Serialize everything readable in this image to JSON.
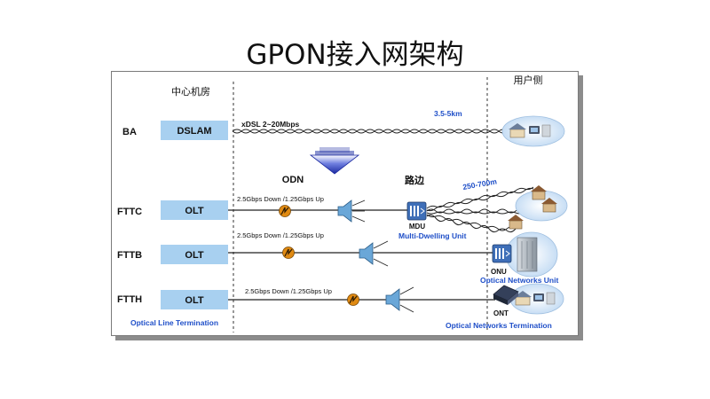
{
  "title": "GPON接入网架构",
  "headers": {
    "central_office": "中心机房",
    "odn": "ODN",
    "roadside": "路边",
    "user_side": "用户侧"
  },
  "rows": {
    "ba": {
      "label": "BA",
      "device": "DSLAM",
      "link": "xDSL 2~20Mbps",
      "distance": "3.5-5km"
    },
    "fttc": {
      "label": "FTTC",
      "device": "OLT",
      "link": "2.5Gbps Down /1.25Gbps Up",
      "distance": "250-700m"
    },
    "fttb": {
      "label": "FTTB",
      "device": "OLT",
      "link": "2.5Gbps Down /1.25Gbps Up"
    },
    "ftth": {
      "label": "FTTH",
      "device": "OLT",
      "link": "2.5Gbps Down /1.25Gbps Up"
    }
  },
  "devices": {
    "mdu": {
      "label": "MDU",
      "caption": "Multi-Dwelling Unit"
    },
    "onu": {
      "label": "ONU",
      "caption": "Optical Networks Unit"
    },
    "ont": {
      "label": "ONT",
      "caption": "Optical Networks Termination"
    }
  },
  "footer": {
    "olt_caption": "Optical Line Termination"
  },
  "colors": {
    "device_box": "#a8d0f0",
    "accent_blue": "#1f4fc8",
    "odn_arrow": "#2b3fb0",
    "splice_icon": "#e08a12",
    "house_bubble": "#cfe3f6"
  },
  "icons": [
    "splice-icon",
    "splitter-icon",
    "mdu-icon",
    "onu-building-icon",
    "ont-icon",
    "house-icon",
    "odn-arrow-icon"
  ]
}
